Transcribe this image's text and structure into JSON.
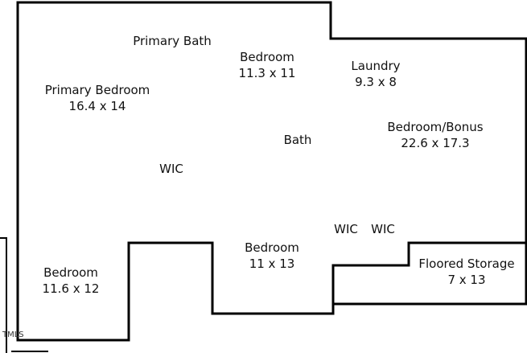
{
  "rooms": {
    "primary_bath": {
      "name": "Primary Bath"
    },
    "primary_bedroom": {
      "name": "Primary Bedroom",
      "dims": "16.4 x 14"
    },
    "bedroom_top": {
      "name": "Bedroom",
      "dims": "11.3 x 11"
    },
    "laundry": {
      "name": "Laundry",
      "dims": "9.3 x 8"
    },
    "bath": {
      "name": "Bath"
    },
    "bedroom_bonus": {
      "name": "Bedroom/Bonus",
      "dims": "22.6 x 17.3"
    },
    "wic_left": {
      "name": "WIC"
    },
    "wic_mid_a": {
      "name": "WIC"
    },
    "wic_mid_b": {
      "name": "WIC"
    },
    "bedroom_bottom": {
      "name": "Bedroom",
      "dims": "11 x 13"
    },
    "bedroom_left": {
      "name": "Bedroom",
      "dims": "11.6 x 12"
    },
    "floored_storage": {
      "name": "Floored Storage",
      "dims": "7 x 13"
    }
  },
  "watermark": "TMLS",
  "colors": {
    "wall": "#000000",
    "background": "#ffffff",
    "text": "#111111"
  }
}
